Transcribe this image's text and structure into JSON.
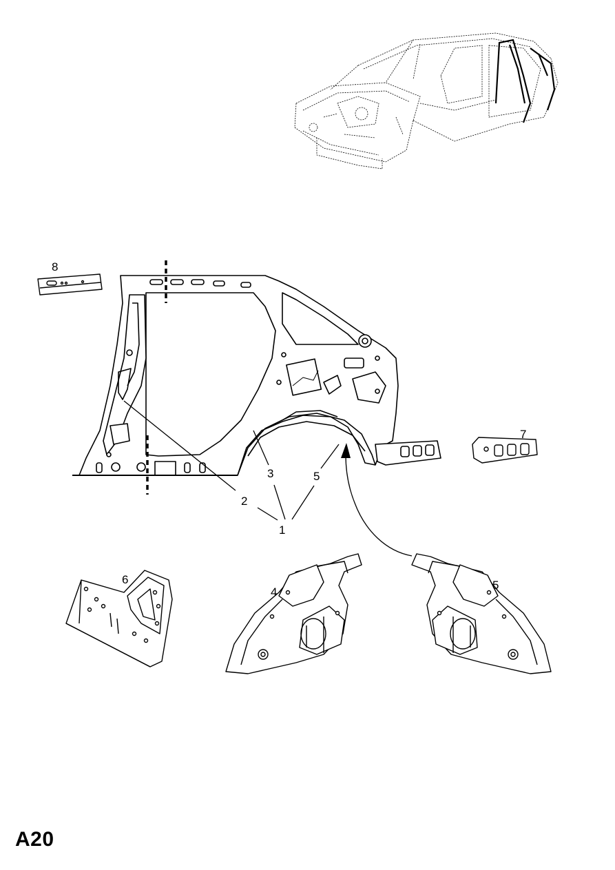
{
  "page": {
    "code": "A20"
  },
  "callouts": [
    "1",
    "2",
    "3",
    "4",
    "5",
    "5",
    "6",
    "7",
    "8"
  ]
}
